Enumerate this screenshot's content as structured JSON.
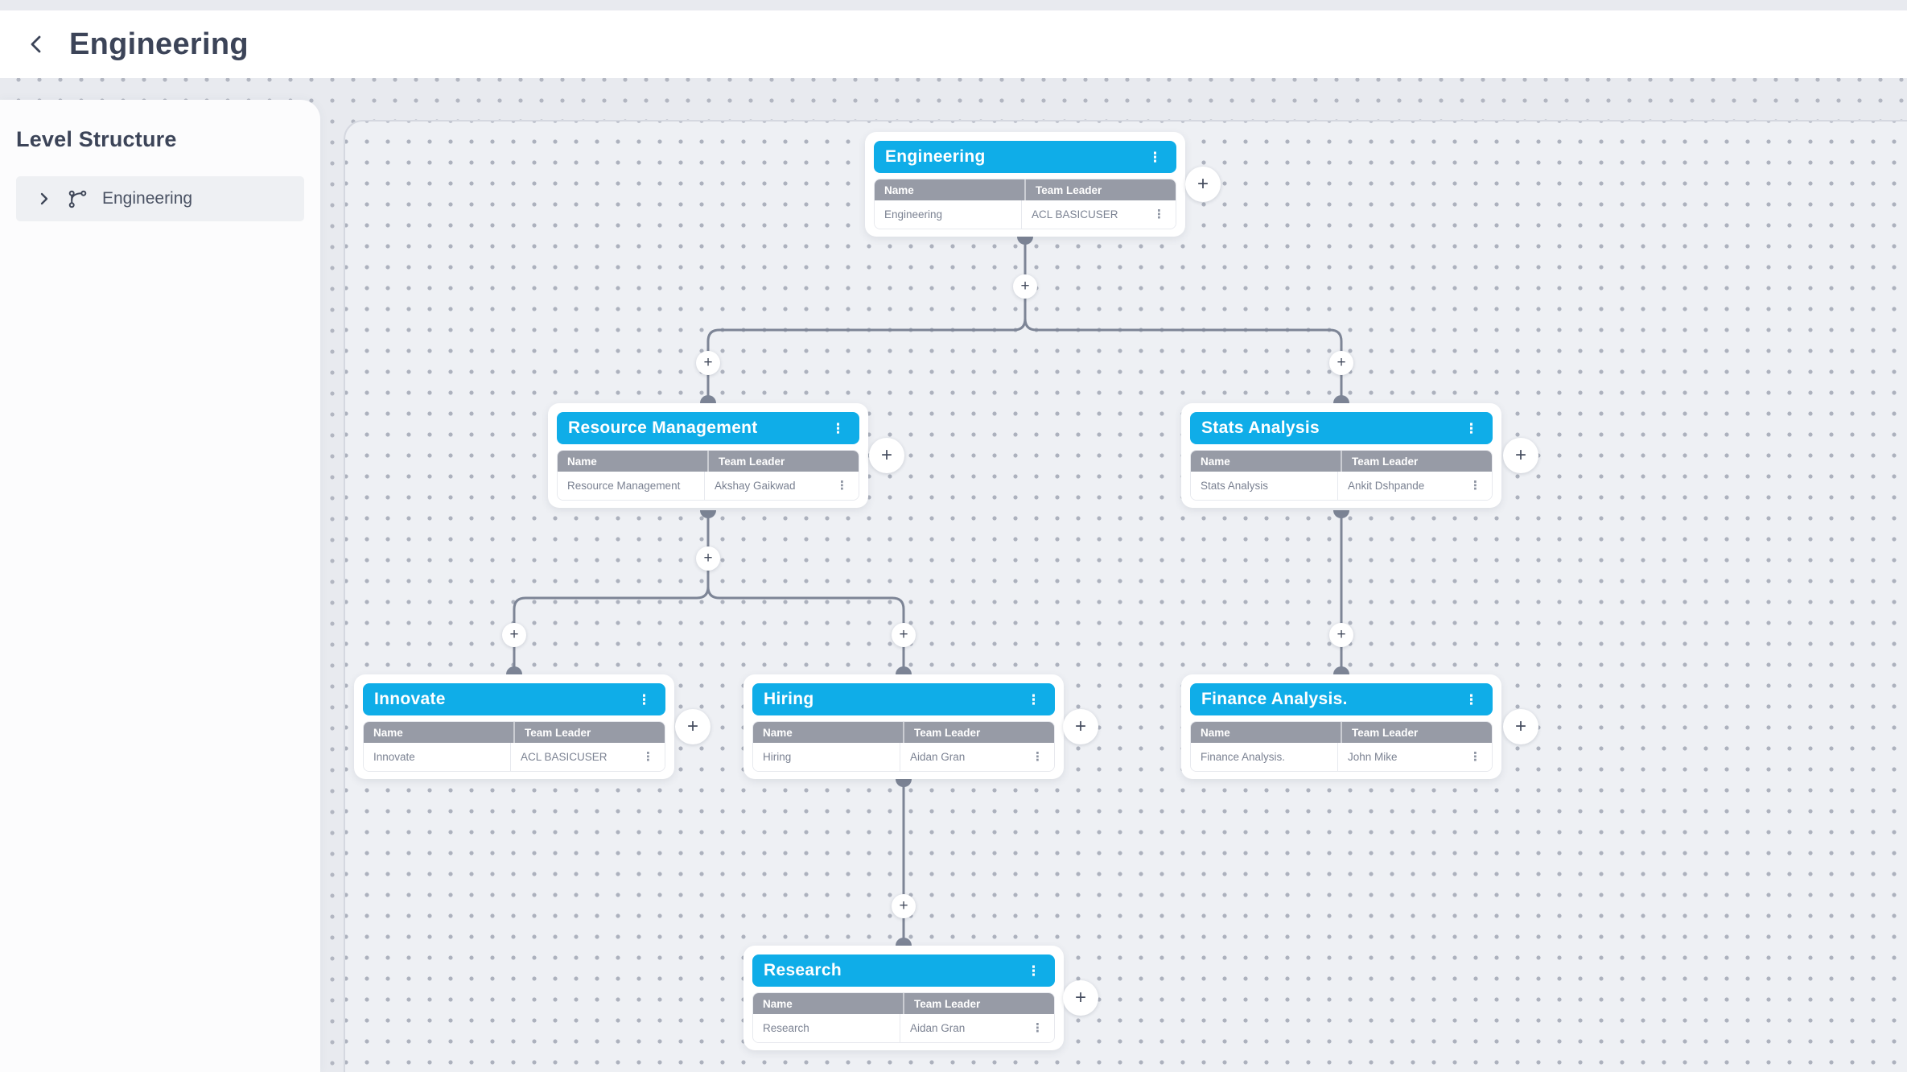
{
  "header": {
    "title": "Engineering"
  },
  "sidebar": {
    "title": "Level Structure",
    "items": [
      {
        "label": "Engineering"
      }
    ]
  },
  "table": {
    "name_header": "Name",
    "team_leader_header": "Team Leader"
  },
  "nodes": [
    {
      "title": "Engineering",
      "name": "Engineering",
      "team_leader": "ACL BASICUSER"
    },
    {
      "title": "Resource Management",
      "name": "Resource Management",
      "team_leader": "Akshay Gaikwad"
    },
    {
      "title": "Stats Analysis",
      "name": "Stats Analysis",
      "team_leader": "Ankit Dshpande"
    },
    {
      "title": "Innovate",
      "name": "Innovate",
      "team_leader": "ACL BASICUSER"
    },
    {
      "title": "Hiring",
      "name": "Hiring",
      "team_leader": "Aidan Gran"
    },
    {
      "title": "Finance Analysis.",
      "name": "Finance Analysis.",
      "team_leader": "John Mike"
    },
    {
      "title": "Research",
      "name": "Research",
      "team_leader": "Aidan Gran"
    }
  ],
  "icons": {
    "kebab": "⋮",
    "plus": "+"
  },
  "colors": {
    "accent": "#0fade8",
    "table_header_bg": "#979ba6",
    "connector": "#7d8596",
    "canvas_bg": "#eef0f4",
    "page_bg": "#e8eaef",
    "dark_text": "#3c4458"
  }
}
